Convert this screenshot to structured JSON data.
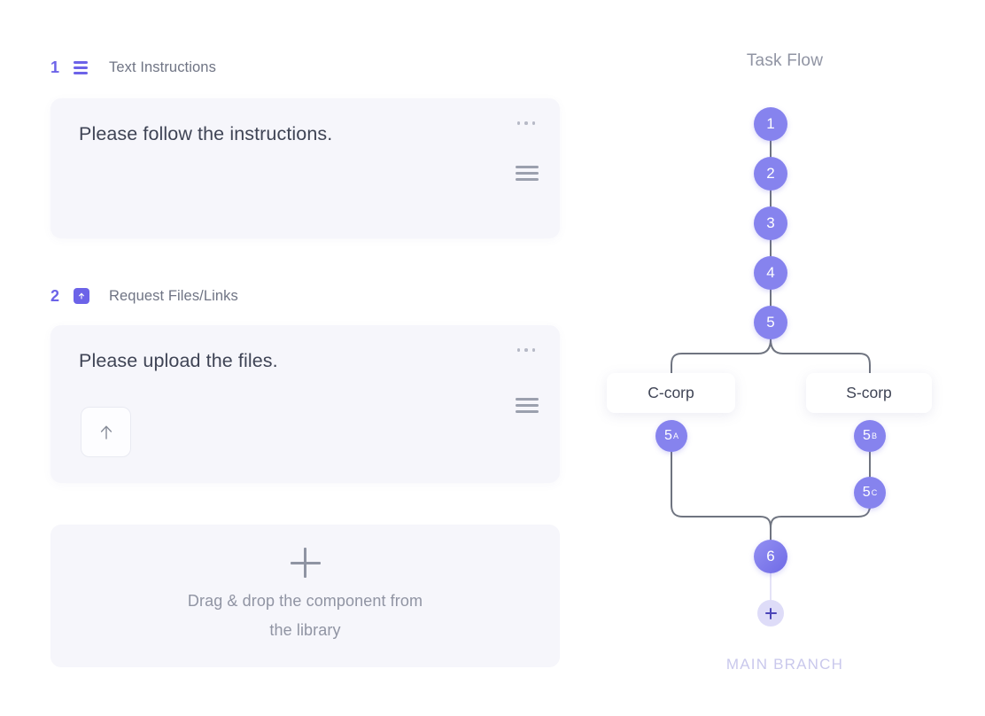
{
  "steps": [
    {
      "number": "1",
      "icon": "text-lines-icon",
      "title": "Text Instructions",
      "card_text": "Please follow the instructions.",
      "menu_icon": "more-options-icon",
      "handle_icon": "drag-handle-icon"
    },
    {
      "number": "2",
      "icon": "upload-badge-icon",
      "title": "Request Files/Links",
      "card_text": "Please upload the files.",
      "menu_icon": "more-options-icon",
      "handle_icon": "drag-handle-icon",
      "upload_button_icon": "upload-arrow-icon"
    }
  ],
  "dropzone": {
    "plus_icon": "plus-icon",
    "line1": "Drag & drop the component from",
    "line2": "the library"
  },
  "flow": {
    "title": "Task Flow",
    "main_branch_label": "MAIN BRANCH",
    "add_node_icon": "plus-icon",
    "nodes": [
      {
        "id": "n1",
        "label": "1",
        "sup": ""
      },
      {
        "id": "n2",
        "label": "2",
        "sup": ""
      },
      {
        "id": "n3",
        "label": "3",
        "sup": ""
      },
      {
        "id": "n4",
        "label": "4",
        "sup": ""
      },
      {
        "id": "n5",
        "label": "5",
        "sup": ""
      },
      {
        "id": "n5a",
        "label": "5",
        "sup": "A"
      },
      {
        "id": "n5b",
        "label": "5",
        "sup": "B"
      },
      {
        "id": "n5c",
        "label": "5",
        "sup": "C"
      },
      {
        "id": "n6",
        "label": "6",
        "sup": ""
      }
    ],
    "branches": [
      {
        "id": "left",
        "label": "C-corp"
      },
      {
        "id": "right",
        "label": "S-corp"
      }
    ]
  },
  "colors": {
    "accent": "#6c63e8",
    "node": "#8683ee",
    "node_light": "#dedcf8",
    "card_bg": "#f6f6fb",
    "text_dark": "#3f4455",
    "text_muted": "#9094a3",
    "connector": "#6f7480",
    "main_branch": "#c9c8ec"
  }
}
